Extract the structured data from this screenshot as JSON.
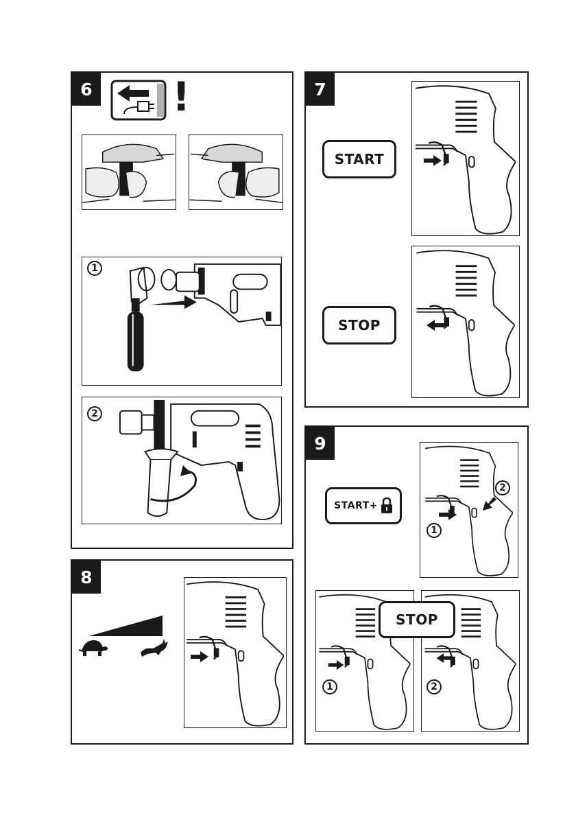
{
  "panels": {
    "p6": {
      "number": "6",
      "step1": "1",
      "step2": "2",
      "warning_mark": "!"
    },
    "p7": {
      "number": "7",
      "start_label": "START",
      "stop_label": "STOP"
    },
    "p8": {
      "number": "8"
    },
    "p9": {
      "number": "9",
      "start_lock_label": "START+",
      "stop_label": "STOP",
      "marker_1a": "1",
      "marker_2a": "2",
      "marker_1b": "1",
      "marker_2b": "2"
    }
  },
  "icons": {
    "unplug": "unplug-icon",
    "lock": "padlock-icon",
    "turtle": "turtle-icon",
    "hare": "hare-icon",
    "speed_ramp": "speed-ramp-icon"
  },
  "colors": {
    "ink": "#1a1a1a",
    "paper": "#ffffff"
  }
}
